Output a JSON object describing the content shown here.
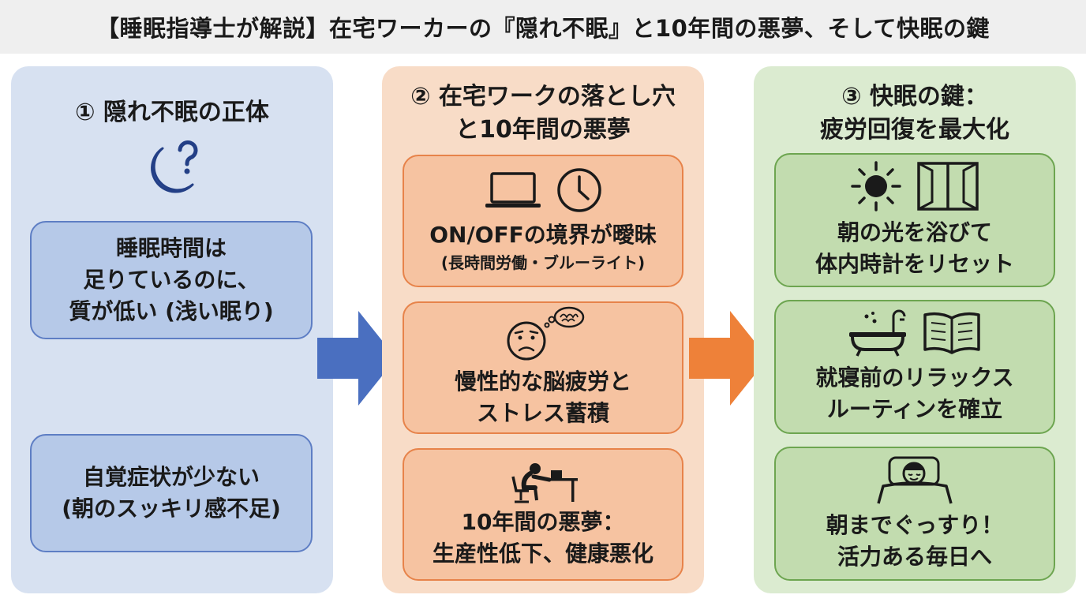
{
  "title": "【睡眠指導士が解説】在宅ワーカーの『隠れ不眠』と10年間の悪夢、そして快眠の鍵",
  "colors": {
    "blue_bg": "#d7e1f1",
    "blue_card": "#b6c9e8",
    "blue_accent": "#4a6fc0",
    "orange_bg": "#f8dcc7",
    "orange_card": "#f6c3a1",
    "orange_accent": "#ee8139",
    "green_bg": "#dbebd0",
    "green_card": "#c2dcaf"
  },
  "columns": [
    {
      "heading": [
        "① 隠れ不眠の正体"
      ],
      "icon": "moon-question-icon",
      "cards": [
        {
          "lines": [
            "睡眠時間は",
            "足りているのに、",
            "質が低い (浅い眠り)"
          ]
        },
        {
          "lines": [
            "自覚症状が少ない",
            "(朝のスッキリ感不足)"
          ]
        }
      ]
    },
    {
      "heading": [
        "② 在宅ワークの落とし穴",
        "と10年間の悪夢"
      ],
      "cards": [
        {
          "icons": [
            "laptop-icon",
            "clock-icon"
          ],
          "lines": [
            "ON/OFFの境界が曖昧"
          ],
          "sub": "(長時間労働・ブルーライト)"
        },
        {
          "icons": [
            "worried-face-brain-icon"
          ],
          "lines": [
            "慢性的な脳疲労と",
            "ストレス蓄積"
          ]
        },
        {
          "icons": [
            "slumped-worker-icon"
          ],
          "lines": [
            "10年間の悪夢：",
            "生産性低下、健康悪化"
          ]
        }
      ]
    },
    {
      "heading": [
        "③ 快眠の鍵：",
        "疲労回復を最大化"
      ],
      "cards": [
        {
          "icons": [
            "sun-icon",
            "window-icon"
          ],
          "lines": [
            "朝の光を浴びて",
            "体内時計をリセット"
          ]
        },
        {
          "icons": [
            "bathtub-icon",
            "book-icon"
          ],
          "lines": [
            "就寝前のリラックス",
            "ルーティンを確立"
          ]
        },
        {
          "icons": [
            "sleeping-person-icon"
          ],
          "lines": [
            "朝までぐっすり！",
            "活力ある毎日へ"
          ]
        }
      ]
    }
  ]
}
